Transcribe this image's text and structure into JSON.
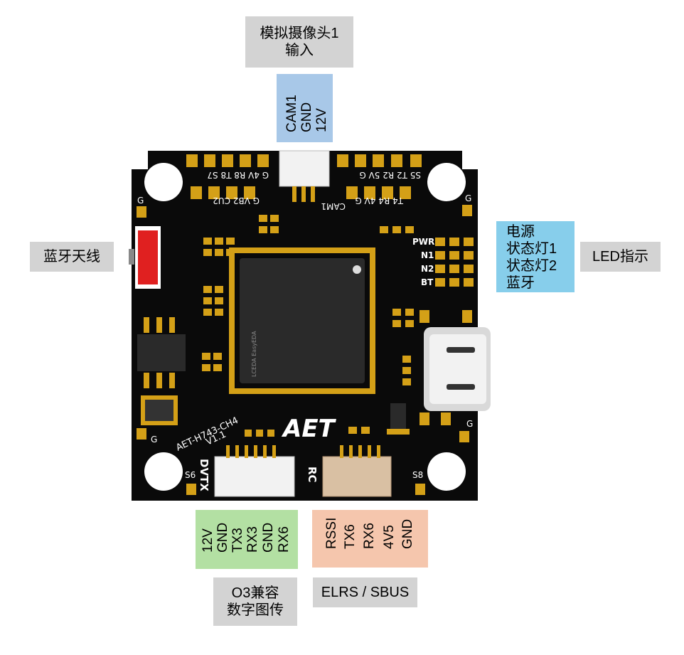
{
  "labels": {
    "cam_input": [
      "模拟摄像头1",
      "输入"
    ],
    "bt_antenna": "蓝牙天线",
    "led_indicator": "LED指示",
    "o3": [
      "O3兼容",
      "数字图传"
    ],
    "elrs": "ELRS / SBUS"
  },
  "cam_pins": [
    "12V",
    "GND",
    "CAM1"
  ],
  "led_states": [
    "电源",
    "状态灯1",
    "状态灯2",
    "蓝牙"
  ],
  "dvtx_pins": [
    "12V",
    "GND",
    "TX3",
    "RX3",
    "GND",
    "RX6"
  ],
  "rc_pins": [
    "RSSI",
    "TX6",
    "RX6",
    "4V5",
    "GND"
  ],
  "board": {
    "top_left_pads": [
      "G",
      "4V",
      "R8",
      "T8",
      "S7"
    ],
    "top_left_row2": [
      "G",
      "VB2",
      "CU2"
    ],
    "top_right_pads": [
      "S5",
      "T2",
      "R2",
      "5V",
      "G"
    ],
    "top_right_row2": [
      "T4",
      "R4",
      "4V",
      "G"
    ],
    "cam_silk": "CAM1",
    "led_silk": [
      "PWR",
      "N1",
      "N2",
      "BT"
    ],
    "model": "AET-H743-CH4",
    "version": "V1.1",
    "logo": "AET",
    "chip_brand": "LCEDA EasyEDA",
    "corner_g_tl": "G",
    "corner_g_tr": "G",
    "corner_g_bl": "G",
    "corner_g_br": "G",
    "s6": "S6",
    "s8": "S8",
    "dvtx": "DVTX",
    "rc": "RC"
  },
  "colors": {
    "blue_box": "#a8c8e8",
    "led_box": "#87ceeb",
    "green_box": "#b3e0a3",
    "salmon_box": "#f5c6ad",
    "gray_label": "#d3d3d3",
    "pcb": "#0a0a0a",
    "pad": "#d4a017",
    "led_red": "#e02020"
  }
}
